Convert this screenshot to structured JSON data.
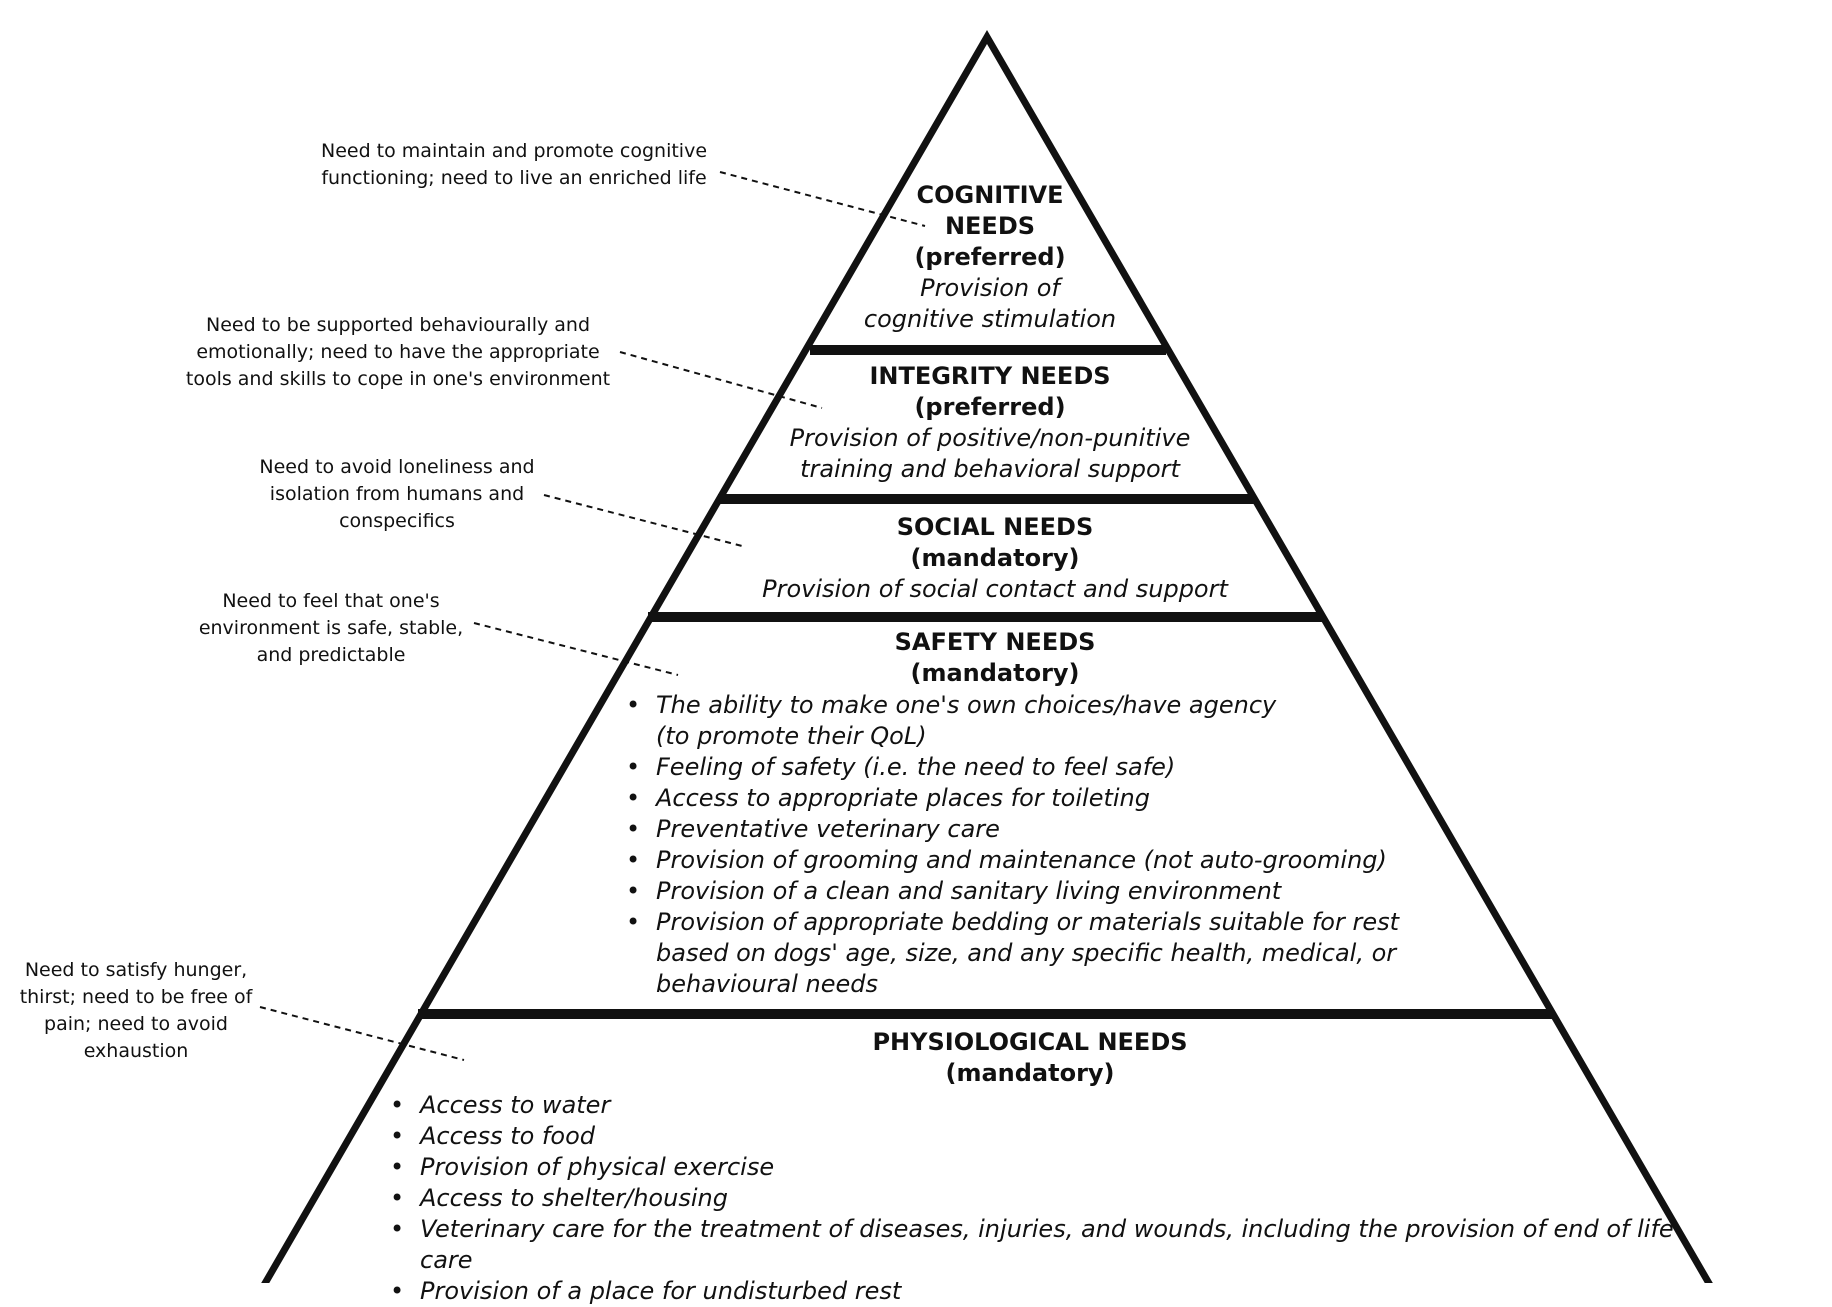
{
  "tiers": {
    "cognitive": {
      "title_lines": [
        "COGNITIVE",
        "NEEDS"
      ],
      "level": "(preferred)",
      "desc_lines": [
        "Provision of",
        "cognitive stimulation"
      ]
    },
    "integrity": {
      "title": "INTEGRITY NEEDS",
      "level": "(preferred)",
      "desc_lines": [
        "Provision of positive/non-punitive",
        "training and behavioral support"
      ]
    },
    "social": {
      "title": "SOCIAL NEEDS",
      "level": "(mandatory)",
      "desc": "Provision of social contact and support"
    },
    "safety": {
      "title": "SAFETY NEEDS",
      "level": "(mandatory)",
      "items": [
        [
          "The ability to make one's own choices/have agency",
          "(to promote their QoL)"
        ],
        [
          "Feeling of safety (i.e. the need to feel safe)"
        ],
        [
          "Access to appropriate places for toileting"
        ],
        [
          "Preventative veterinary care"
        ],
        [
          "Provision of grooming and maintenance (not auto-grooming)"
        ],
        [
          "Provision of a clean and sanitary living environment"
        ],
        [
          "Provision of appropriate bedding or materials suitable for rest",
          "based on dogs' age, size, and any specific health, medical, or",
          "behavioural needs"
        ]
      ]
    },
    "physiological": {
      "title": "PHYSIOLOGICAL NEEDS",
      "level": "(mandatory)",
      "items": [
        [
          "Access to water"
        ],
        [
          "Access to food"
        ],
        [
          "Provision of physical exercise"
        ],
        [
          "Access to shelter/housing"
        ],
        [
          "Veterinary care for the treatment of diseases, injuries, and wounds, including the provision of end of life care"
        ],
        [
          "Provision of a place for undisturbed rest"
        ]
      ]
    }
  },
  "notes": {
    "cognitive": [
      "Need to maintain and promote cognitive",
      "functioning; need to live an enriched life"
    ],
    "integrity": [
      "Need to be supported behaviourally and",
      "emotionally; need to have the appropriate",
      "tools and skills to cope in one's environment"
    ],
    "social": [
      "Need to avoid loneliness and",
      "isolation from humans and",
      "conspecifics"
    ],
    "safety": [
      "Need to feel that one's",
      "environment is safe, stable,",
      "and predictable"
    ],
    "physiological": [
      "Need to satisfy hunger,",
      "thirst; need to be free of",
      "pain; need to avoid",
      "exhaustion"
    ]
  },
  "colors": {
    "line": "#111111",
    "background": "#ffffff"
  }
}
